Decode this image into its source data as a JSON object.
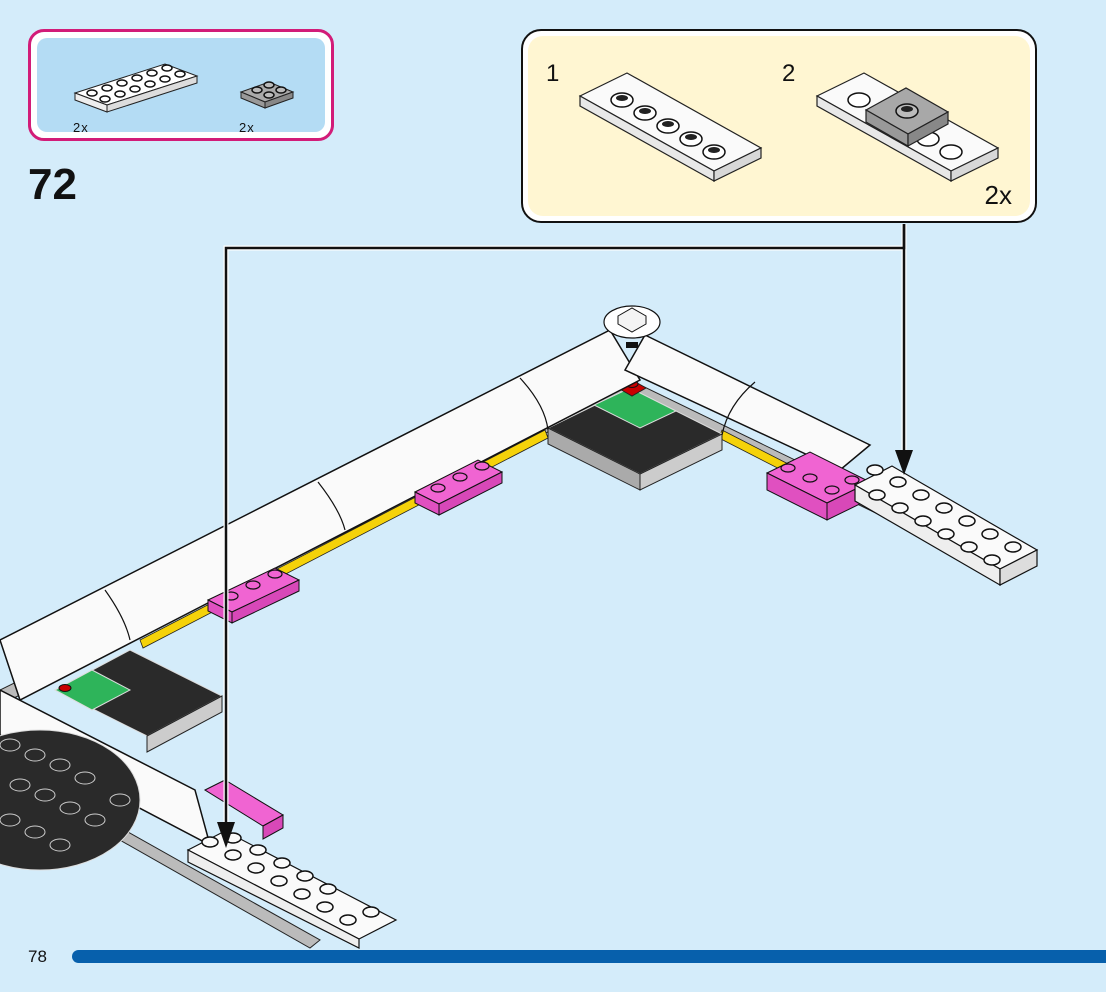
{
  "parts_list": {
    "items": [
      {
        "part": "plate-2x6-white",
        "quantity": "2x"
      },
      {
        "part": "plate-2x2-grey",
        "quantity": "2x"
      }
    ]
  },
  "step": {
    "number": "72"
  },
  "sub_assembly": {
    "steps": [
      {
        "label": "1",
        "part": "plate-1x6-white-with-holes"
      },
      {
        "label": "2",
        "part": "tile-2x2-grey-with-hole"
      }
    ],
    "multiplier": "2x"
  },
  "footer": {
    "page_number": "78",
    "progress_color": "#0760ac"
  },
  "colors": {
    "background": "#d4ecfa",
    "parts_border": "#d21c78",
    "parts_fill": "#b4dcf4",
    "sub_fill": "#fff6d2",
    "pink": "#f064d2",
    "green": "#2eb45a",
    "dark": "#2a2a2a",
    "red": "#c80000",
    "yellow": "#f5d20a"
  }
}
